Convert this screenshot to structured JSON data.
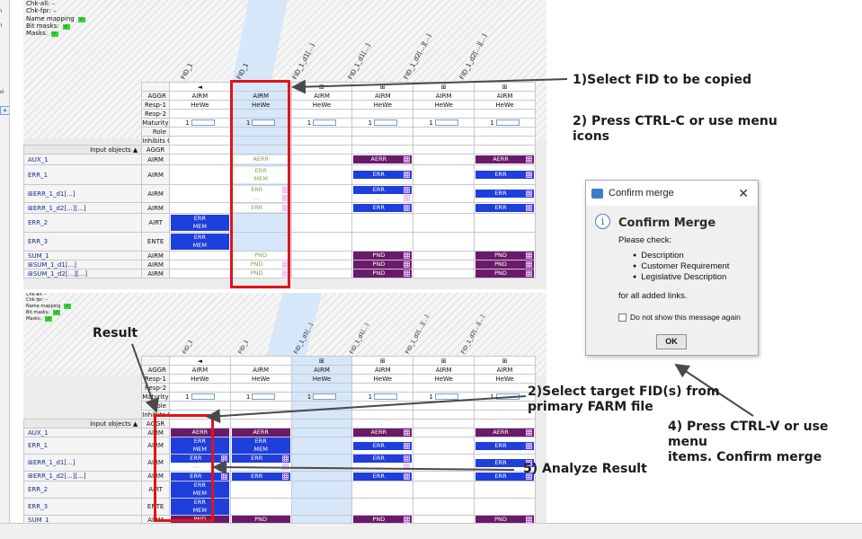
{
  "left_pane": {
    "fragments": [
      "rm",
      "rm",
      "pivi"
    ],
    "nav_arrow": "»"
  },
  "info": {
    "chk_all_label": "Chk-all:",
    "chk_all_value": "–",
    "chk_fpr_label": "Chk-fpr:",
    "chk_fpr_value": "–",
    "name_mapping_label": "Name mapping",
    "bit_masks_label": "Bit masks:",
    "masks_label": "Masks:",
    "check": "✓"
  },
  "columns": [
    "FID_1",
    "FID_1",
    "FID_1_d1[...]",
    "FID_1_d1[...]",
    "FID_1_d2[...][...]",
    "FID_1_d2[...][...]"
  ],
  "header_rows": [
    {
      "label": "",
      "cells": [
        "◄",
        "",
        "⊞",
        "⊞",
        "⊞",
        "⊞"
      ]
    },
    {
      "label": "AGGR",
      "cells": [
        "AIRM",
        "AIRM",
        "AIRM",
        "AIRM",
        "AIRM",
        "AIRM"
      ]
    },
    {
      "label": "Resp-1",
      "cells": [
        "HeWe",
        "HeWe",
        "HeWe",
        "HeWe",
        "HeWe",
        "HeWe"
      ]
    },
    {
      "label": "Resp-2",
      "cells": [
        "",
        "",
        "",
        "",
        "",
        ""
      ]
    },
    {
      "label": "Maturity",
      "cells": [
        "1",
        "1",
        "1",
        "1",
        "1",
        "1"
      ]
    },
    {
      "label": "Role",
      "cells": [
        "",
        "",
        "",
        "",
        "",
        ""
      ]
    },
    {
      "label": "Inhibits OBD",
      "cells": [
        "",
        "",
        "",
        "",
        "",
        ""
      ]
    }
  ],
  "objects_header": {
    "label": "Input objects ▲",
    "cat": "AGGR"
  },
  "objects": [
    {
      "name": "AUX_1",
      "cat": "AIRM"
    },
    {
      "name": "ERR_1",
      "cat": "AIRM"
    },
    {
      "name": "⊞ERR_1_d1[...]",
      "cat": "AIRM"
    },
    {
      "name": "⊞ERR_1_d2[...][...]",
      "cat": "AIRM"
    },
    {
      "name": "ERR_2",
      "cat": "AIRT"
    },
    {
      "name": "ERR_3",
      "cat": "ENTE"
    },
    {
      "name": "SUM_1",
      "cat": "AIRM"
    },
    {
      "name": "⊞SUM_1_d1[...]",
      "cat": "AIRM"
    },
    {
      "name": "⊞SUM_1_d2[...][...]",
      "cat": "AIRM"
    }
  ],
  "chips": {
    "aerr": "AERR",
    "err": "ERR",
    "mem": "MEM",
    "pnd": "PND",
    "ellipsis": "..."
  },
  "callouts": {
    "c1": "1)Select FID to be copied",
    "c2a": "2) Press CTRL-C or use menu",
    "c2b": "icons",
    "c3a": "2)Select target FID(s) from",
    "c3b": "primary FARM file",
    "c4a": "4) Press CTRL-V or use menu",
    "c4b": "items. Confirm merge",
    "c5": "5) Analyze Result",
    "result": "Result"
  },
  "dialog": {
    "title": "Confirm merge",
    "close": "✕",
    "icon": "i",
    "heading": "Confirm Merge",
    "please": "Please check:",
    "items": [
      "Description",
      "Customer Requirement",
      "Legislative Description"
    ],
    "for_all": "for all added links.",
    "checkbox": "Do not show this message again",
    "ok": "OK"
  },
  "colors": {
    "red_box": "#e0141b",
    "err_blue": "#1f3fdc",
    "pnd_purple": "#6a1a6a",
    "highlight": "#d6e7fa",
    "check_green": "#35d335"
  }
}
